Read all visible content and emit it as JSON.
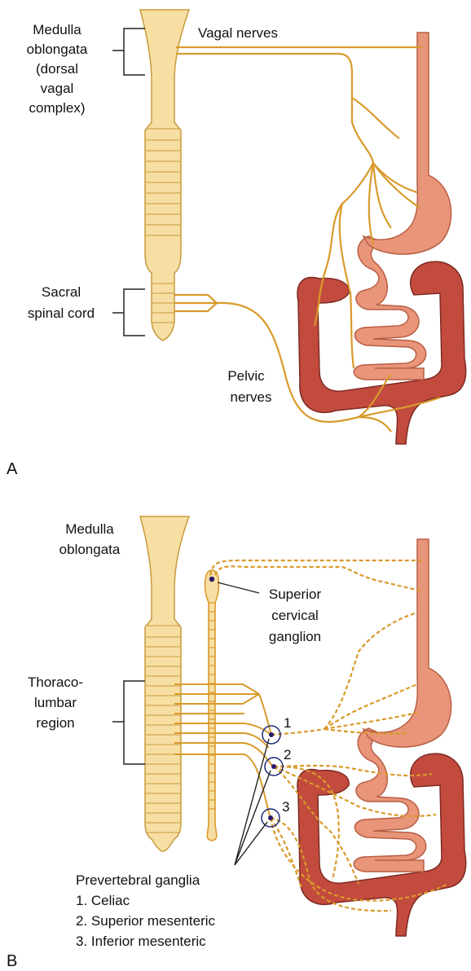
{
  "panel_a": {
    "letter": "A",
    "medulla_label": [
      "Medulla",
      "oblongata",
      "(dorsal",
      "vagal",
      "complex)"
    ],
    "vagal_label": "Vagal nerves",
    "sacral_label": [
      "Sacral",
      "spinal cord"
    ],
    "pelvic_label": [
      "Pelvic",
      "nerves"
    ]
  },
  "panel_b": {
    "letter": "B",
    "medulla_label": [
      "Medulla",
      "oblongata"
    ],
    "scg_label": [
      "Superior",
      "cervical",
      "ganglion"
    ],
    "thoraco_label": [
      "Thoraco-",
      "lumbar",
      "region"
    ],
    "ganglion_numbers": [
      "1",
      "2",
      "3"
    ],
    "prevertebral_label": [
      "Prevertebral ganglia",
      "1. Celiac",
      "2. Superior mesenteric",
      "3. Inferior mesenteric"
    ]
  },
  "colors": {
    "nerve": "#d99a2b",
    "cord_fill": "#f7dfa3",
    "cord_stroke": "#c89a3c",
    "gut_fill": "#e8957a",
    "gut_stroke": "#b85e43",
    "colon_fill": "#c24b3e",
    "colon_stroke": "#7e2a22",
    "ganglion_ring": "#1d2a7a"
  }
}
